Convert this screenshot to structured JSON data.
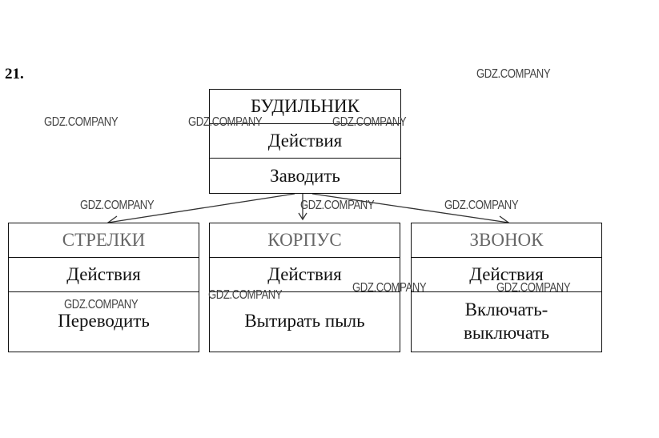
{
  "problem_number": "21.",
  "root": {
    "title": "БУДИЛЬНИК",
    "section": "Действия",
    "action": "Заводить"
  },
  "children": [
    {
      "title": "СТРЕЛКИ",
      "section": "Действия",
      "action": "Переводить"
    },
    {
      "title": "КОРПУС",
      "section": "Действия",
      "action": "Вытирать пыль"
    },
    {
      "title": "ЗВОНОК",
      "section": "Действия",
      "action": "Включать-выключать"
    }
  ],
  "watermark": "GDZ.COMPANY"
}
